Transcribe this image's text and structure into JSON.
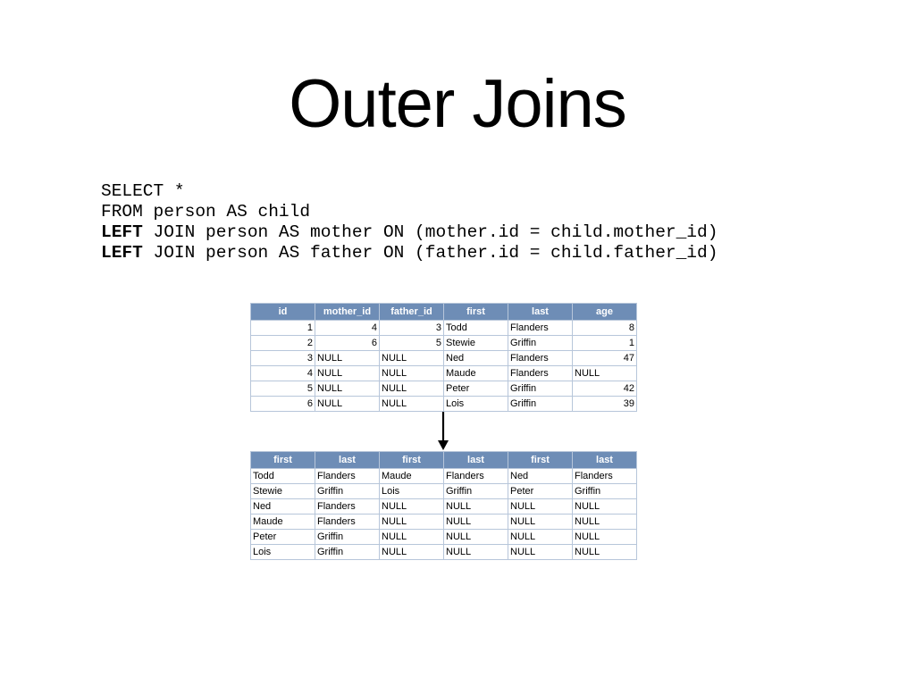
{
  "slide": {
    "title": "Outer Joins"
  },
  "sql": {
    "lines": [
      {
        "keyword": "",
        "rest": "SELECT *"
      },
      {
        "keyword": "",
        "rest": "FROM person AS child"
      },
      {
        "keyword": "LEFT",
        "rest": " JOIN person AS mother ON (mother.id = child.mother_id)"
      },
      {
        "keyword": "LEFT",
        "rest": " JOIN person AS father ON (father.id = child.father_id)"
      }
    ]
  },
  "person_table": {
    "headers": [
      "id",
      "mother_id",
      "father_id",
      "first",
      "last",
      "age"
    ],
    "numeric_columns": [
      0,
      1,
      2,
      5
    ],
    "rows": [
      [
        "1",
        "4",
        "3",
        "Todd",
        "Flanders",
        "8"
      ],
      [
        "2",
        "6",
        "5",
        "Stewie",
        "Griffin",
        "1"
      ],
      [
        "3",
        "NULL",
        "NULL",
        "Ned",
        "Flanders",
        "47"
      ],
      [
        "4",
        "NULL",
        "NULL",
        "Maude",
        "Flanders",
        "NULL"
      ],
      [
        "5",
        "NULL",
        "NULL",
        "Peter",
        "Griffin",
        "42"
      ],
      [
        "6",
        "NULL",
        "NULL",
        "Lois",
        "Griffin",
        "39"
      ]
    ]
  },
  "result_table": {
    "headers": [
      "first",
      "last",
      "first",
      "last",
      "first",
      "last"
    ],
    "rows": [
      [
        "Todd",
        "Flanders",
        "Maude",
        "Flanders",
        "Ned",
        "Flanders"
      ],
      [
        "Stewie",
        "Griffin",
        "Lois",
        "Griffin",
        "Peter",
        "Griffin"
      ],
      [
        "Ned",
        "Flanders",
        "NULL",
        "NULL",
        "NULL",
        "NULL"
      ],
      [
        "Maude",
        "Flanders",
        "NULL",
        "NULL",
        "NULL",
        "NULL"
      ],
      [
        "Peter",
        "Griffin",
        "NULL",
        "NULL",
        "NULL",
        "NULL"
      ],
      [
        "Lois",
        "Griffin",
        "NULL",
        "NULL",
        "NULL",
        "NULL"
      ]
    ]
  }
}
